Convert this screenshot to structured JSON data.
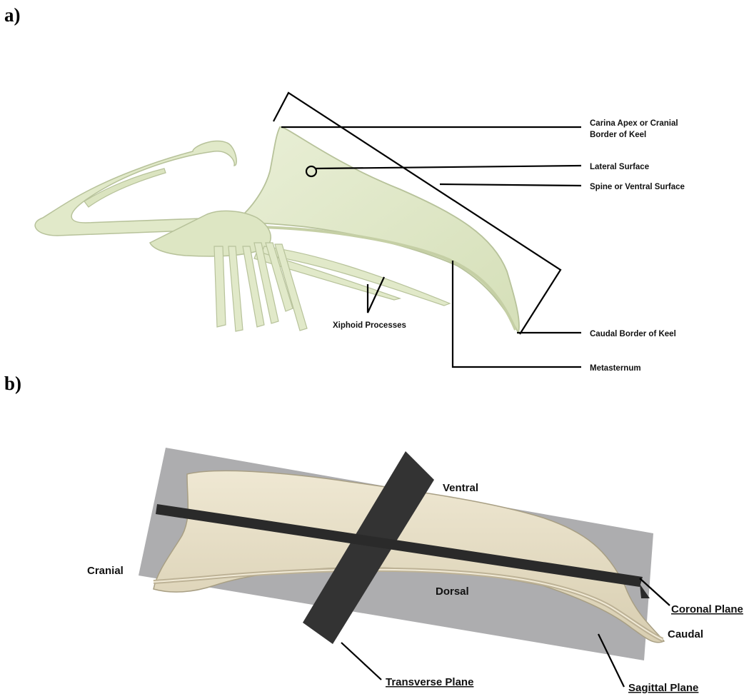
{
  "panels": {
    "a": "a)",
    "b": "b)"
  },
  "panel_a": {
    "labels": {
      "carina_line1": "Carina Apex or Cranial",
      "carina_line2": "Border of Keel",
      "lateral": "Lateral Surface",
      "spine": "Spine or Ventral Surface",
      "caudal_border": "Caudal Border of Keel",
      "metasternum": "Metasternum",
      "xiphoid": "Xiphoid Processes"
    },
    "colors": {
      "bone": "#e1e9c9",
      "bone_edge": "#b7c29a"
    }
  },
  "panel_b": {
    "labels": {
      "ventral": "Ventral",
      "dorsal": "Dorsal",
      "cranial": "Cranial",
      "caudal": "Caudal",
      "coronal": "Coronal Plane",
      "transverse": "Transverse Plane",
      "sagittal": "Sagittal Plane"
    },
    "colors": {
      "bone": "#e7dfc7",
      "bone_edge": "#a89f84",
      "sagittal_plane": "#a9a9ab",
      "dark_plane": "#333333"
    }
  }
}
